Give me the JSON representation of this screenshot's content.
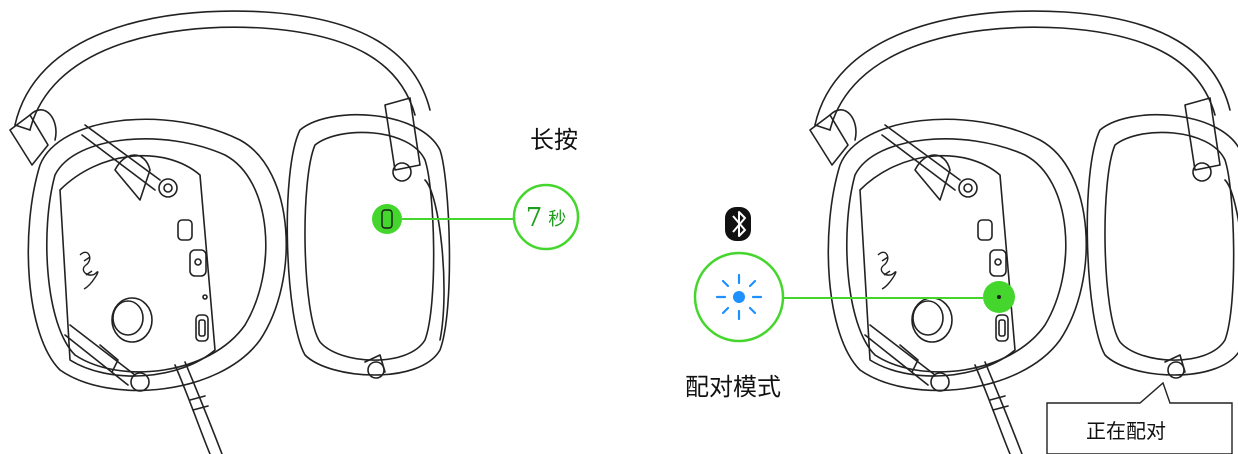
{
  "hold_label": "长按",
  "hold_number": "7",
  "hold_unit": "秒",
  "pair_mode_label": "配对模式",
  "pairing_label": "正在配对",
  "icons": {
    "button_highlight": "button-highlight-icon",
    "bluetooth": "bluetooth-icon",
    "flashing_light": "flashing-blue-light-icon",
    "logo": "razer-logo-icon"
  },
  "colors": {
    "accent_green": "#44d62c",
    "green_text": "#1e9e1e",
    "led_blue": "#1e90ff",
    "line": "#222222"
  }
}
